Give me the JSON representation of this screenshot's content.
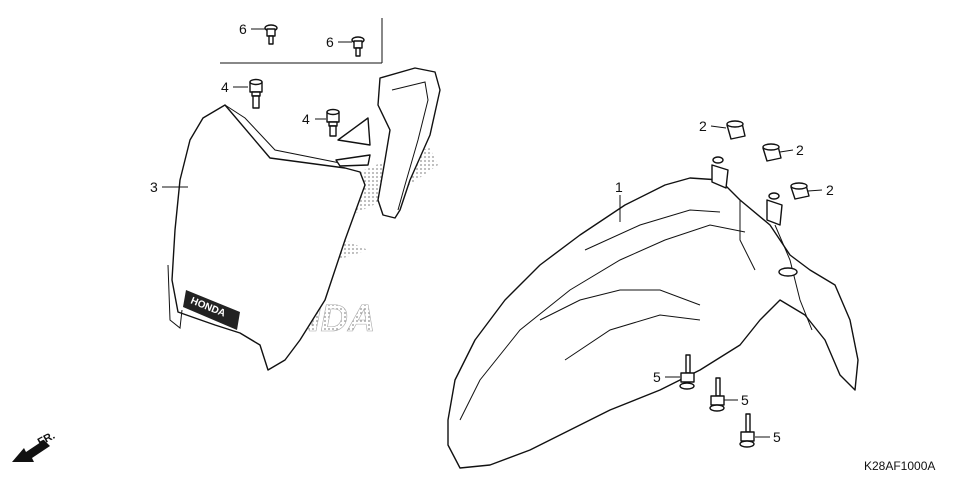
{
  "diagram": {
    "code": "K28AF1000A",
    "direction": "FR.",
    "logo_text": "HONDA",
    "watermark_text": "HONDA",
    "callouts": {
      "c1": "1",
      "c2a": "2",
      "c2b": "2",
      "c2c": "2",
      "c3": "3",
      "c4a": "4",
      "c4b": "4",
      "c5a": "5",
      "c5b": "5",
      "c5c": "5",
      "c6a": "6",
      "c6b": "6"
    }
  }
}
